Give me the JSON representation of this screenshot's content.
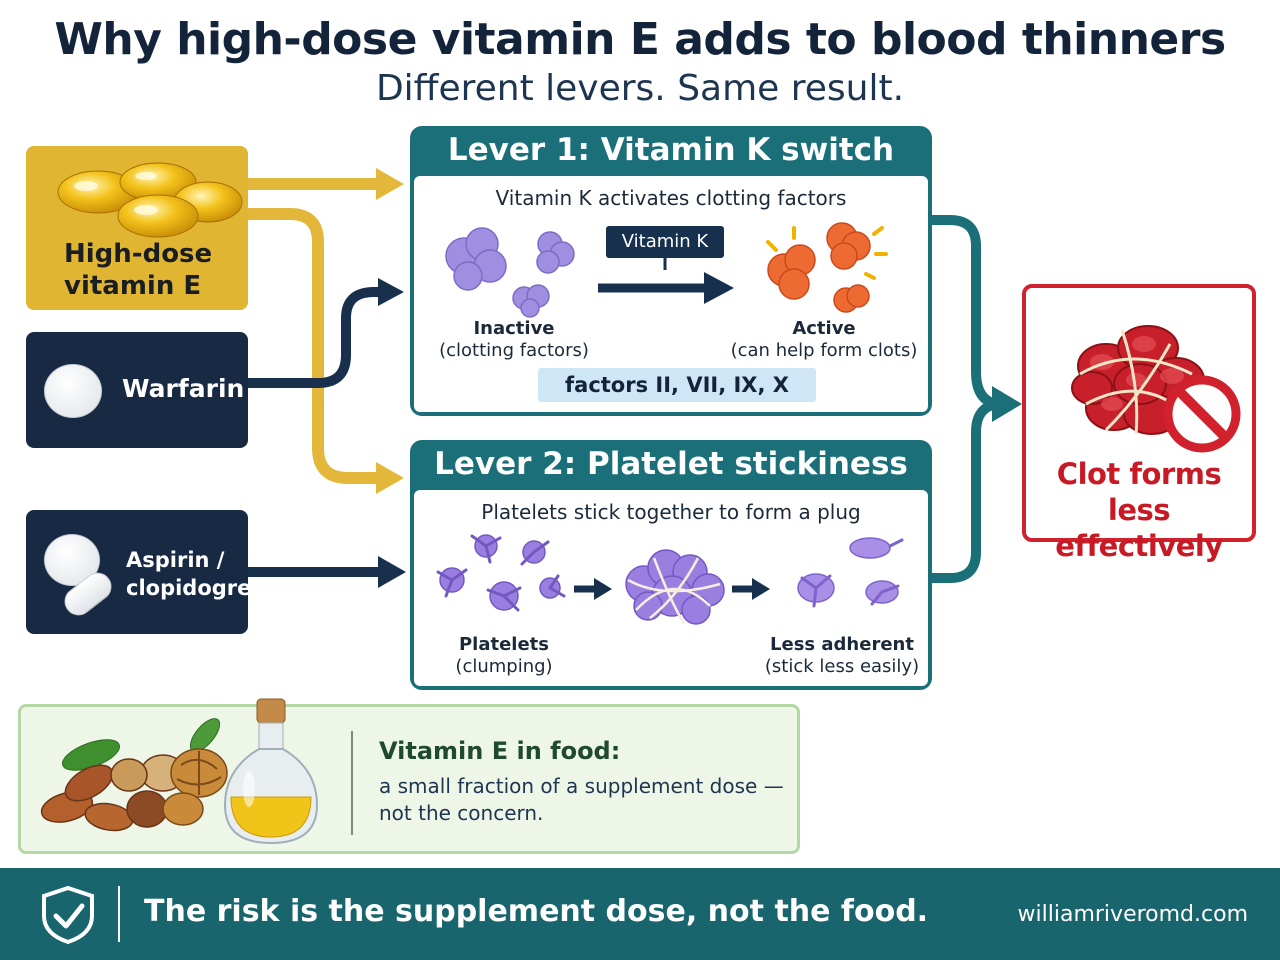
{
  "header": {
    "title": "Why high-dose vitamin E adds to blood thinners",
    "subtitle": "Different levers. Same result."
  },
  "drugs": {
    "vitamin_e": "High-dose vitamin E",
    "warfarin": "Warfarin",
    "antiplatelet": "Aspirin / clopidogrel"
  },
  "lever1": {
    "title": "Lever 1: Vitamin K switch",
    "caption": "Vitamin K activates clotting factors",
    "arrow_label": "Vitamin K",
    "inactive_title": "Inactive",
    "inactive_sub": "(clotting factors)",
    "active_title": "Active",
    "active_sub": "(can help form clots)",
    "factors": "factors II, VII, IX, X"
  },
  "lever2": {
    "title": "Lever 2: Platelet stickiness",
    "caption": "Platelets stick together to form a plug",
    "clump_title": "Platelets",
    "clump_sub": "(clumping)",
    "less_title": "Less adherent",
    "less_sub": "(stick less easily)"
  },
  "result": {
    "line1": "Clot forms",
    "line2": "less effectively"
  },
  "food": {
    "title": "Vitamin E in food:",
    "line1": "a small fraction of a supplement dose —",
    "line2": "not the concern."
  },
  "footer": {
    "message": "The risk is the supplement dose, not the food.",
    "site": "williamriveromd.com"
  },
  "colors": {
    "teal": "#1a6f78",
    "navy": "#182a43",
    "gold": "#e0b531",
    "alert_red": "#d0212d",
    "food_green": "#eef6e8"
  }
}
